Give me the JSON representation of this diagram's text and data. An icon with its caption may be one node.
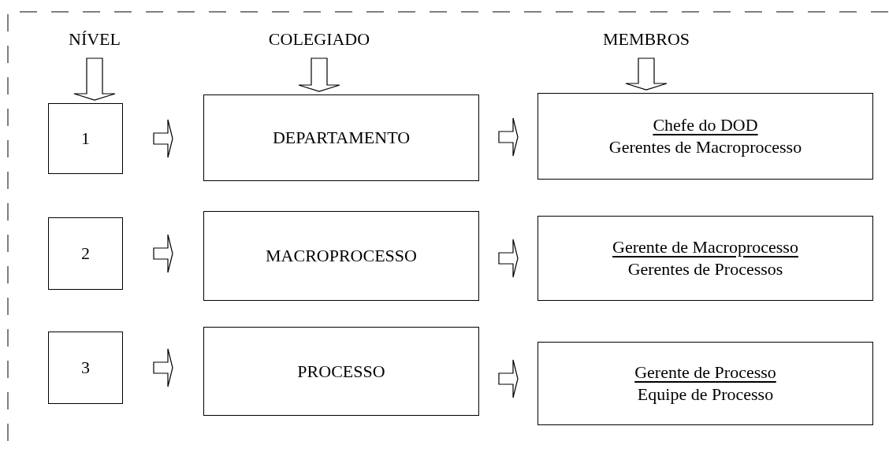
{
  "diagram": {
    "nodes": [
      {
        "text": [
          "NÍVEL"
        ]
      },
      {
        "text": [
          "COLEGIADO"
        ]
      },
      {
        "text": [
          "MEMBROS"
        ]
      },
      {
        "text": [
          "1"
        ]
      },
      {
        "text": [
          "DEPARTAMENTO"
        ]
      },
      {
        "text": [
          "Chefe do DOD",
          "Gerentes de Macroprocesso"
        ]
      },
      {
        "text": [
          "2"
        ]
      },
      {
        "text": [
          "MACROPROCESSO"
        ]
      },
      {
        "text": [
          "Gerente de Macroprocesso",
          "Gerentes de Processos"
        ]
      },
      {
        "text": [
          "3"
        ]
      },
      {
        "text": [
          "PROCESSO"
        ]
      },
      {
        "text": [
          "Gerente de Processo",
          "Equipe de Processo"
        ]
      }
    ],
    "edges": [
      {
        "from": 0,
        "to": 3,
        "arrow": "to"
      },
      {
        "from": 1,
        "to": 4,
        "arrow": "to"
      },
      {
        "from": 2,
        "to": 5,
        "arrow": "to"
      },
      {
        "from": 3,
        "to": 4,
        "arrow": "to"
      },
      {
        "from": 4,
        "to": 5,
        "arrow": "to"
      },
      {
        "from": 6,
        "to": 7,
        "arrow": "to"
      },
      {
        "from": 7,
        "to": 8,
        "arrow": "to"
      },
      {
        "from": 9,
        "to": 10,
        "arrow": "to"
      },
      {
        "from": 10,
        "to": 11,
        "arrow": "to"
      }
    ]
  }
}
